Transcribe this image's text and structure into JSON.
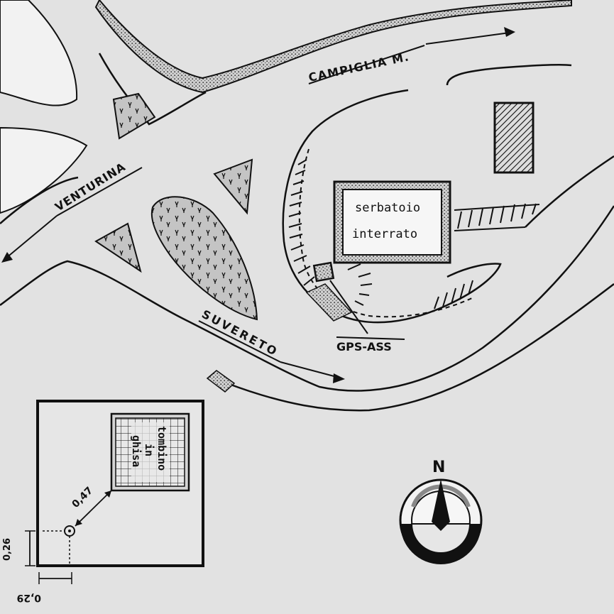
{
  "roads": {
    "campiglia": "CAMPIGLIA M.",
    "venturina": "VENTURINA",
    "suvereto": "SUVERETO"
  },
  "tank": {
    "line1": "serbatoio",
    "line2": "interrato"
  },
  "station": {
    "label": "GPS-ASS"
  },
  "inset": {
    "cover_line1": "tombino",
    "cover_line2": "in",
    "cover_line3": "ghisa",
    "dist_diag": "0,47",
    "dist_vert": "0,26",
    "dist_horiz": "0,29"
  },
  "compass": {
    "north": "N"
  },
  "colors": {
    "paper": "#e2e2e2",
    "ink": "#111111",
    "dotted_fill": "#c9c9c9"
  },
  "icons": [
    "north-arrow-icon",
    "gps-marker-icon",
    "arrow-icon"
  ]
}
